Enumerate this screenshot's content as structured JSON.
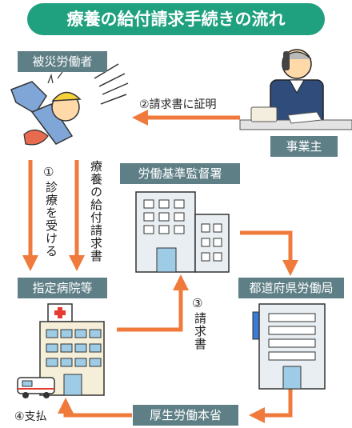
{
  "title": "療養の給付請求手続きの流れ",
  "nodes": {
    "victim": "被災労働者",
    "employer": "事業主",
    "bureau": "労働基準監督署",
    "hospital": "指定病院等",
    "prefecture": "都道府県労働局",
    "ministry": "厚生労働本省"
  },
  "steps": {
    "step1_num": "①",
    "step1_text": "診療を受ける",
    "step2": "②請求書に証明",
    "step3_num": "③",
    "step3_text": "請求書",
    "step4": "④支払",
    "claim_form": "療養の給付請求書"
  },
  "colors": {
    "arrow": "#f07a3c",
    "label_bg": "#5e7f86",
    "title_bg": "#1fa07f"
  }
}
